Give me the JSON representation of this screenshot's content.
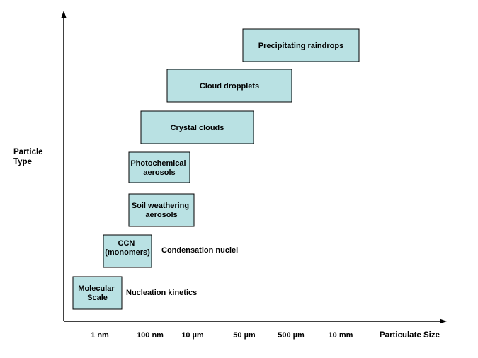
{
  "y_axis": {
    "title_lines": [
      "Particle",
      "Type"
    ]
  },
  "x_axis": {
    "title": "Particulate Size",
    "ticks": [
      "1 nm",
      "100 nm",
      "10 µm",
      "50 µm",
      "500 µm",
      "10 mm"
    ]
  },
  "boxes": [
    {
      "id": "molecular-scale",
      "lines": [
        "Molecular",
        "Scale"
      ],
      "side_label": "Nucleation kinetics"
    },
    {
      "id": "ccn",
      "lines": [
        "CCN",
        "(monomers)"
      ],
      "side_label": "Condensation nuclei"
    },
    {
      "id": "soil-weathering-aerosols",
      "lines": [
        "Soil weathering",
        "aerosols"
      ]
    },
    {
      "id": "photochemical-aerosols",
      "lines": [
        "Photochemical",
        "aerosols"
      ]
    },
    {
      "id": "crystal-clouds",
      "lines": [
        "Crystal clouds"
      ]
    },
    {
      "id": "cloud-dropplets",
      "lines": [
        "Cloud dropplets"
      ]
    },
    {
      "id": "precipitating-raindrops",
      "lines": [
        "Precipitating raindrops"
      ]
    }
  ],
  "colors": {
    "box_fill": "#b9e1e3",
    "box_stroke": "#000000",
    "axis": "#000000"
  }
}
